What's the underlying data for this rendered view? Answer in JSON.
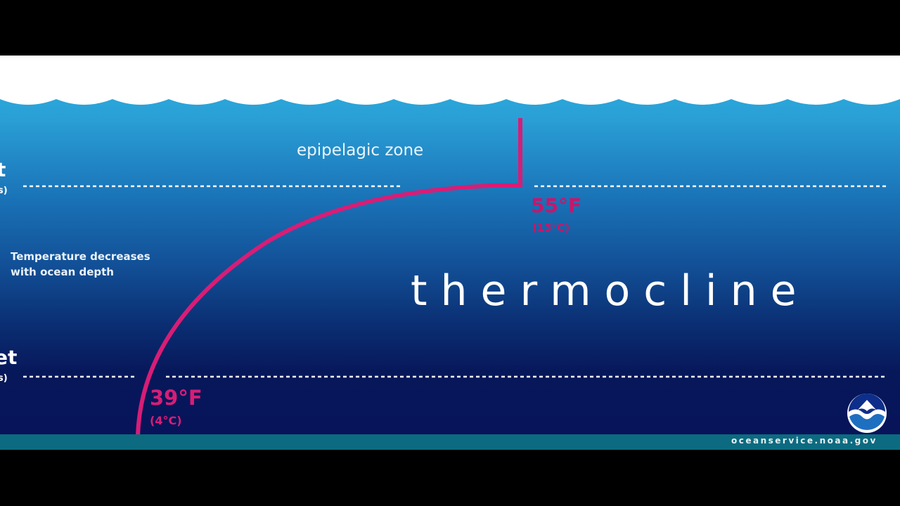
{
  "diagram": {
    "zone_label": "epipelagic zone",
    "side_note": [
      "Temperature decreases",
      "with ocean depth"
    ],
    "edge_labels": {
      "top_main": "t",
      "top_sub": "s)",
      "bottom_main": "et",
      "bottom_sub": "s)"
    },
    "title": "thermocline",
    "temperatures": {
      "warm_f": "55°F",
      "warm_c": "(13°C)",
      "cold_f": "39°F",
      "cold_c": "(4°C)"
    },
    "credit": "oceanservice.noaa.gov",
    "colors": {
      "curve": "#d81d76",
      "surface": "#ffffff",
      "water_top": "#2ab3e2",
      "water_deep": "#07125a",
      "floor": "#0c6b80"
    },
    "logo_icon": "noaa-logo-icon"
  }
}
